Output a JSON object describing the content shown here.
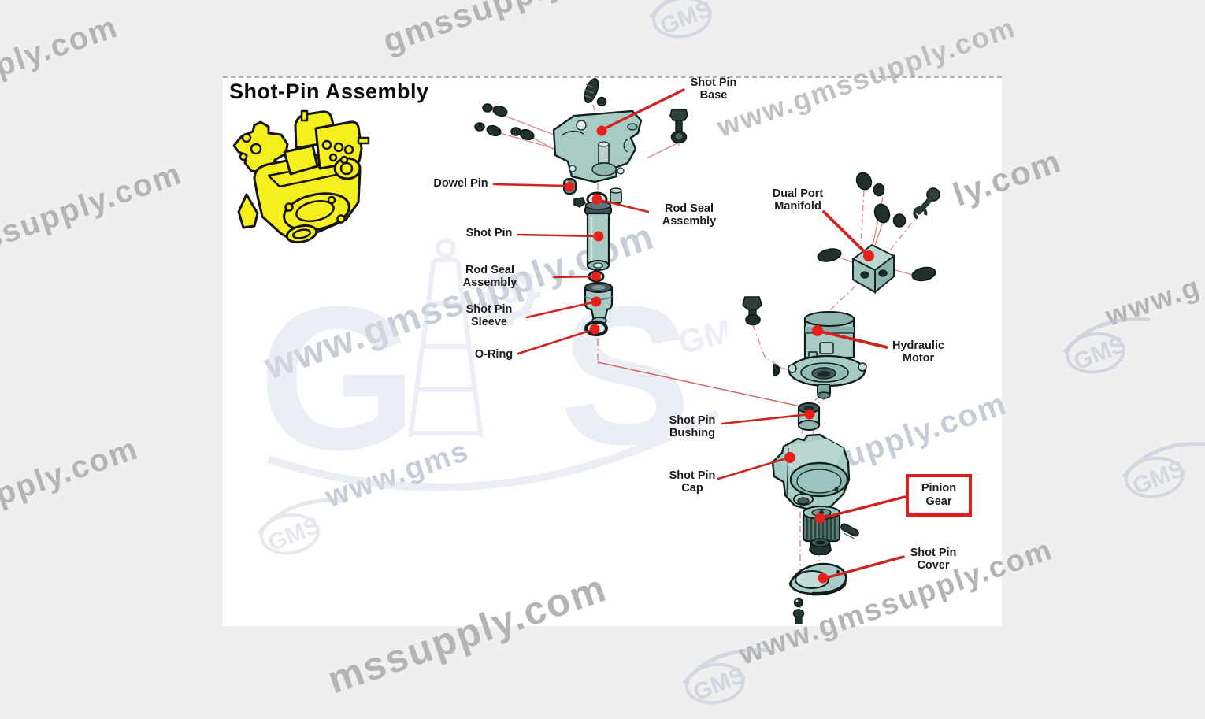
{
  "title": "Shot-Pin Assembly",
  "labels": {
    "shot_pin_base": "Shot Pin\nBase",
    "dowel_pin": "Dowel Pin",
    "rod_seal_assembly_upper": "Rod Seal\nAssembly",
    "shot_pin": "Shot Pin",
    "rod_seal_assembly_lower": "Rod Seal\nAssembly",
    "shot_pin_sleeve": "Shot Pin\nSleeve",
    "o_ring": "O-Ring",
    "dual_port_manifold": "Dual Port\nManifold",
    "hydraulic_motor": "Hydraulic\nMotor",
    "shot_pin_bushing": "Shot Pin\nBushing",
    "shot_pin_cap": "Shot Pin\nCap",
    "pinion_gear": "Pinion\nGear",
    "shot_pin_cover": "Shot Pin\nCover"
  },
  "watermark": {
    "site": "www.gmssupply.com",
    "logo": "GMS",
    "logo_letters": [
      "G",
      "S"
    ],
    "fragments": {
      "f_pply": "pply.com",
      "f_gmssupply_c": "gmssupply.c",
      "f_top_right": "www.gmssupply.com",
      "f_ly": "ly.com",
      "f_mid_white": "www.gmssupply.com",
      "f_ssupply": "ssupply.com",
      "f_www_gms": "www.gms",
      "f_mssupply": "mssupply.com",
      "f_bottom_right": "www.gmssupply.com",
      "f_left_mid": "mssupply.com",
      "f_left_low": "ssupply.com",
      "f_right_edge": "www.g"
    }
  },
  "colors": {
    "part_teal": "#a8cbc6",
    "part_teal_dark": "#7fa9a4",
    "hardware_dark": "#22332f",
    "leader_red": "#cf2521",
    "dot_red": "#e6201b",
    "machine_yellow": "#f4ef1d",
    "label_text": "#1b1b1b",
    "pinion_box_border": "#e01d1a"
  }
}
